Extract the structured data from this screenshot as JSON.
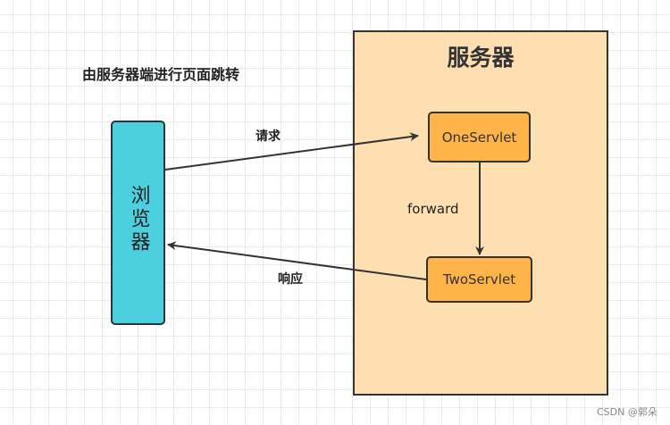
{
  "diagram": {
    "title": "由服务器端进行页面跳转",
    "server": {
      "label": "服务器"
    },
    "browser": {
      "label": "浏览器"
    },
    "nodes": {
      "one_servlet": "OneServlet",
      "two_servlet": "TwoServlet"
    },
    "edges": {
      "request": "请求",
      "forward": "forward",
      "response": "响应"
    }
  },
  "watermark": "CSDN @郭朵",
  "colors": {
    "server_fill": "#fddfb2",
    "browser_fill": "#4cd0e0",
    "servlet_fill": "#ffb44a",
    "stroke": "#333333"
  }
}
